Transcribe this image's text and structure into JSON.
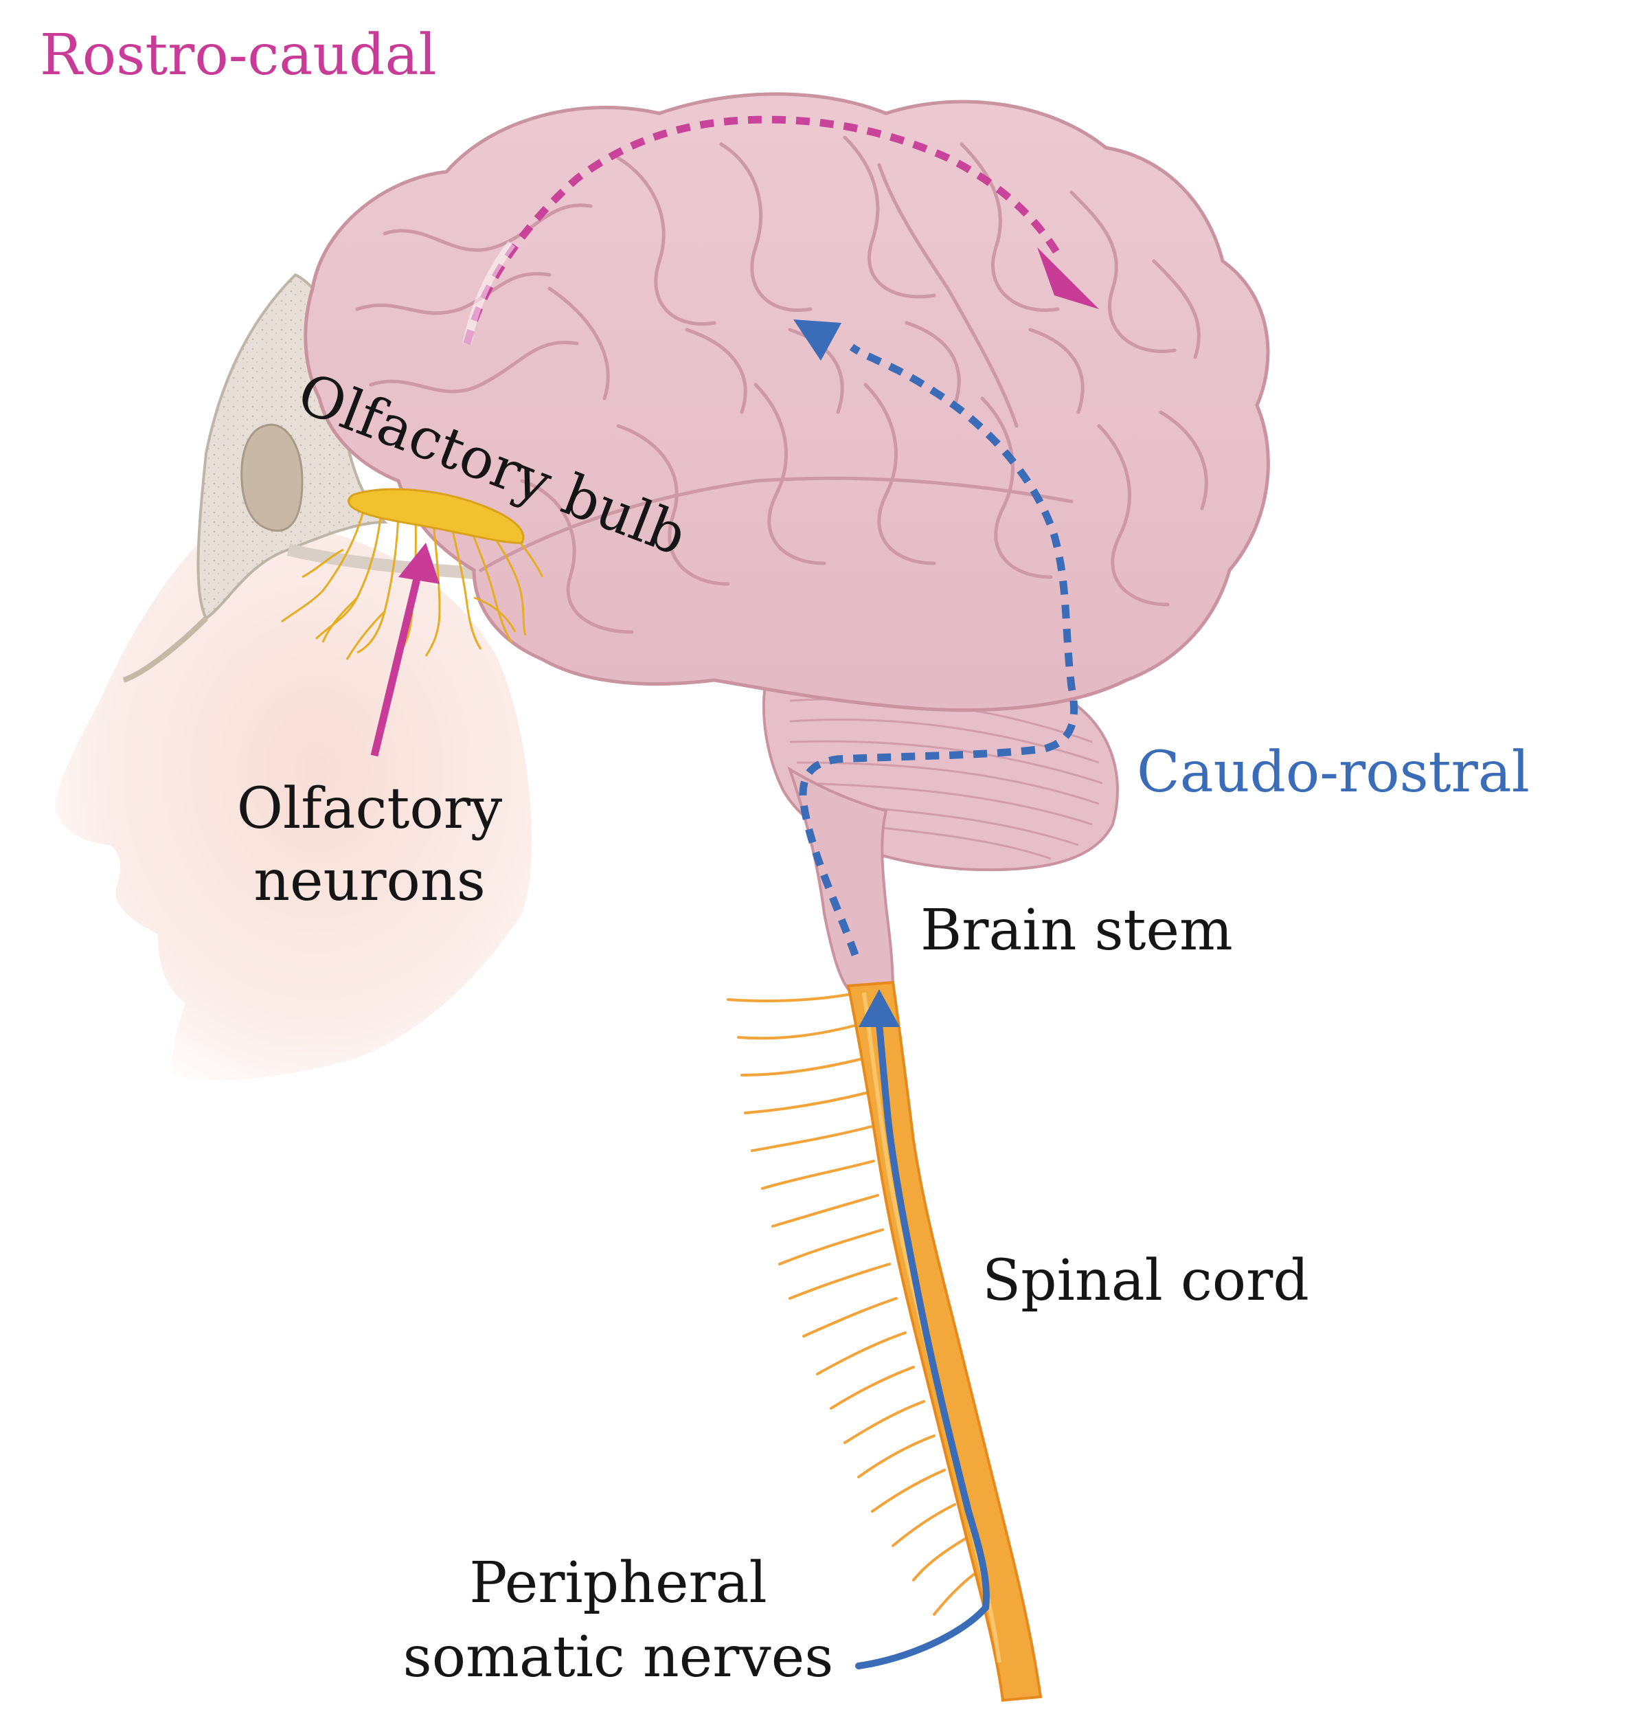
{
  "diagram": {
    "labels": {
      "rostro_caudal": "Rostro-caudal",
      "caudo_rostral": "Caudo-rostral",
      "olfactory_bulb": "Olfactory bulb",
      "olfactory_neurons_line1": "Olfactory",
      "olfactory_neurons_line2": "neurons",
      "brain_stem": "Brain stem",
      "spinal_cord": "Spinal cord",
      "peripheral_line1": "Peripheral",
      "peripheral_line2": "somatic nerves"
    },
    "colors": {
      "rostro_caudal_magenta": "#c83c98",
      "caudo_rostral_blue": "#3a6cb8",
      "brain_pink": "#e9c4cd",
      "brain_outline": "#c9939f",
      "nerve_orange": "#f2a43a",
      "bulb_yellow": "#f2c12e",
      "skin": "#fbe9e4",
      "bone": "#e7dfd7",
      "sinus": "#c8b9a7"
    },
    "icons": [
      "brain-illustration",
      "head-profile-illustration",
      "olfactory-bulb-illustration",
      "spinal-cord-illustration"
    ]
  }
}
